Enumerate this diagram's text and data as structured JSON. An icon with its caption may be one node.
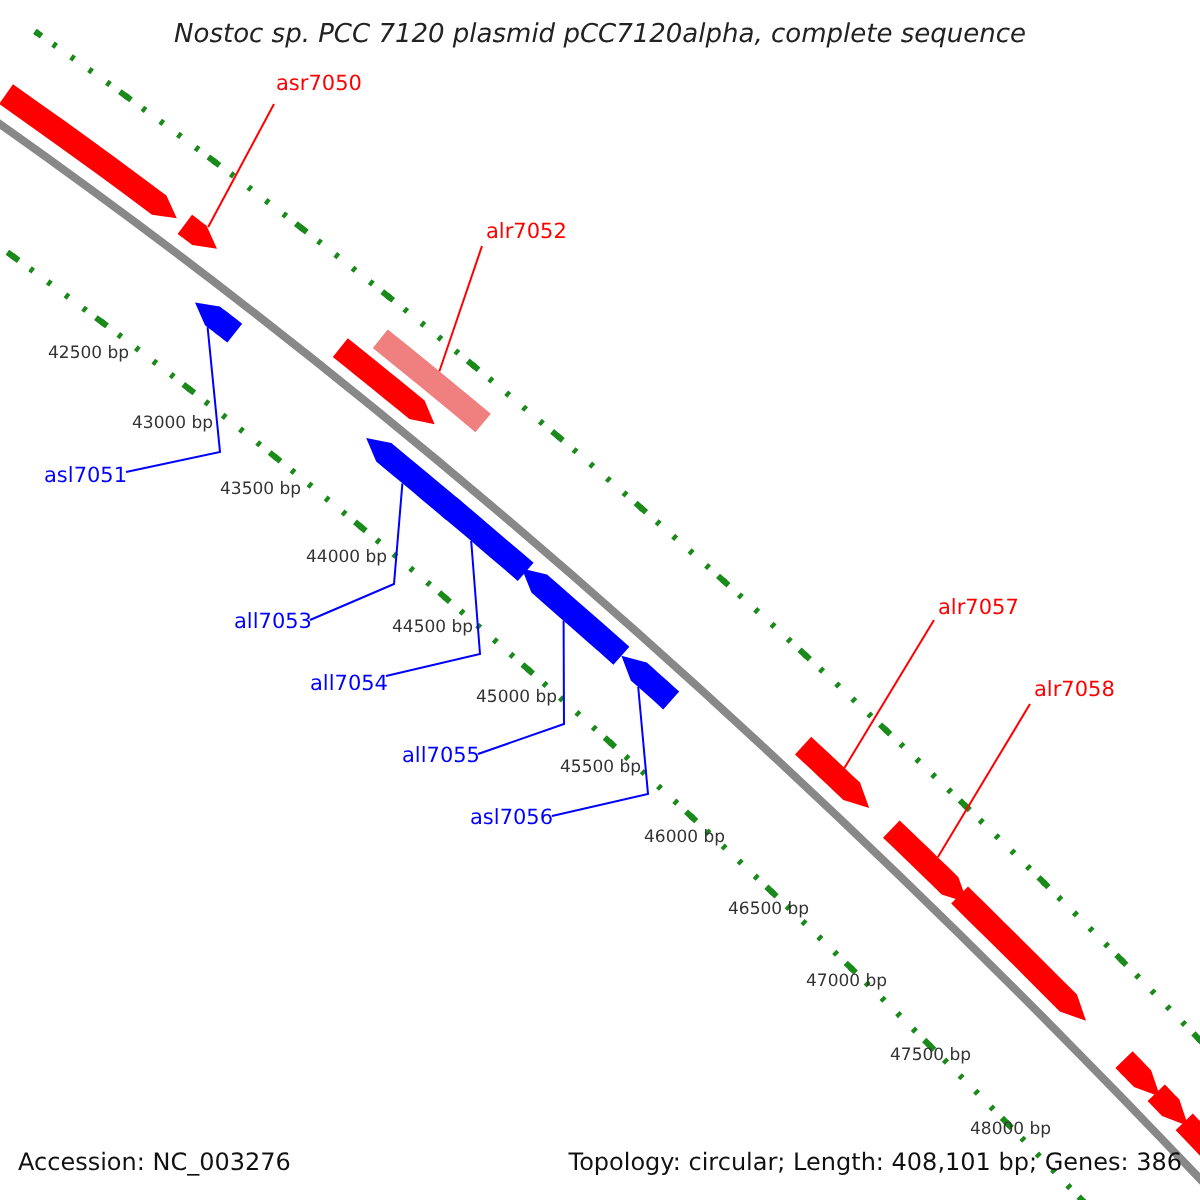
{
  "diagram": {
    "title": "Nostoc sp. PCC 7120 plasmid pCC7120alpha, complete sequence",
    "nodes": [
      {
        "text": [
          "asr7050"
        ]
      },
      {
        "text": [
          "alr7052"
        ]
      },
      {
        "text": [
          "asl7051"
        ]
      },
      {
        "text": [
          "all7053"
        ]
      },
      {
        "text": [
          "all7054"
        ]
      },
      {
        "text": [
          "all7055"
        ]
      },
      {
        "text": [
          "asl7056"
        ]
      },
      {
        "text": [
          "alr7057"
        ]
      },
      {
        "text": [
          "alr7058"
        ]
      },
      {
        "text": [],
        "shape": "pentagon"
      },
      {
        "text": [],
        "shape": "pentagon"
      },
      {
        "text": [],
        "shape": "pentagon"
      },
      {
        "text": [],
        "shape": "pentagon"
      },
      {
        "text": [],
        "shape": "bar"
      },
      {
        "text": [],
        "shape": "pentagon"
      },
      {
        "text": [],
        "shape": "pentagon"
      },
      {
        "text": [],
        "shape": "pentagon"
      },
      {
        "text": [],
        "shape": "pentagon"
      },
      {
        "text": [],
        "shape": "pentagon"
      },
      {
        "text": [],
        "shape": "pentagon"
      },
      {
        "text": [],
        "shape": "pentagon"
      },
      {
        "text": [],
        "shape": "pentagon"
      },
      {
        "text": [],
        "shape": "pentagon"
      },
      {
        "text": [],
        "shape": "pentagon"
      }
    ],
    "edges": [
      {
        "from": 0,
        "to": 10,
        "arrow": "none",
        "color": "#ff0000"
      },
      {
        "from": 1,
        "to": 13,
        "arrow": "none",
        "color": "#ff0000"
      },
      {
        "from": 2,
        "to": 11,
        "arrow": "none"
      },
      {
        "from": 3,
        "to": 14,
        "arrow": "none"
      },
      {
        "from": 4,
        "to": 15,
        "arrow": "none"
      },
      {
        "from": 5,
        "to": 16,
        "arrow": "none"
      },
      {
        "from": 6,
        "to": 17,
        "arrow": "none"
      },
      {
        "from": 7,
        "to": 18,
        "arrow": "none",
        "color": "#ff0000"
      },
      {
        "from": 8,
        "to": 19,
        "arrow": "none",
        "color": "#ff0000"
      }
    ],
    "labels": [
      "42500 bp",
      "43000 bp",
      "43500 bp",
      "44000 bp",
      "44500 bp",
      "45000 bp",
      "45500 bp",
      "46000 bp",
      "46500 bp",
      "47000 bp",
      "47500 bp",
      "48000 bp",
      "Accession: NC_003276",
      "Topology: circular; Length: 408,101 bp; Genes: 386"
    ]
  }
}
